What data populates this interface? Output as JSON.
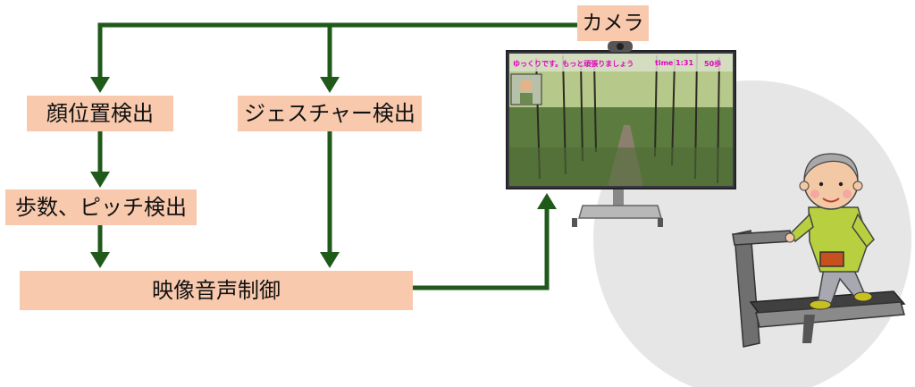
{
  "boxes": {
    "camera": "カメラ",
    "face_detection": "顔位置検出",
    "gesture_detection": "ジェスチャー検出",
    "step_pitch_detection": "歩数、ピッチ検出",
    "av_control": "映像音声制御"
  },
  "monitor": {
    "message": "ゆっくりです。もっと頑張りましょう",
    "time": "time 1:31",
    "steps": "50歩"
  },
  "colors": {
    "arrow": "#1f5a1a",
    "box_fill": "#f8c9ad",
    "background_circle": "#e6e6e6"
  }
}
